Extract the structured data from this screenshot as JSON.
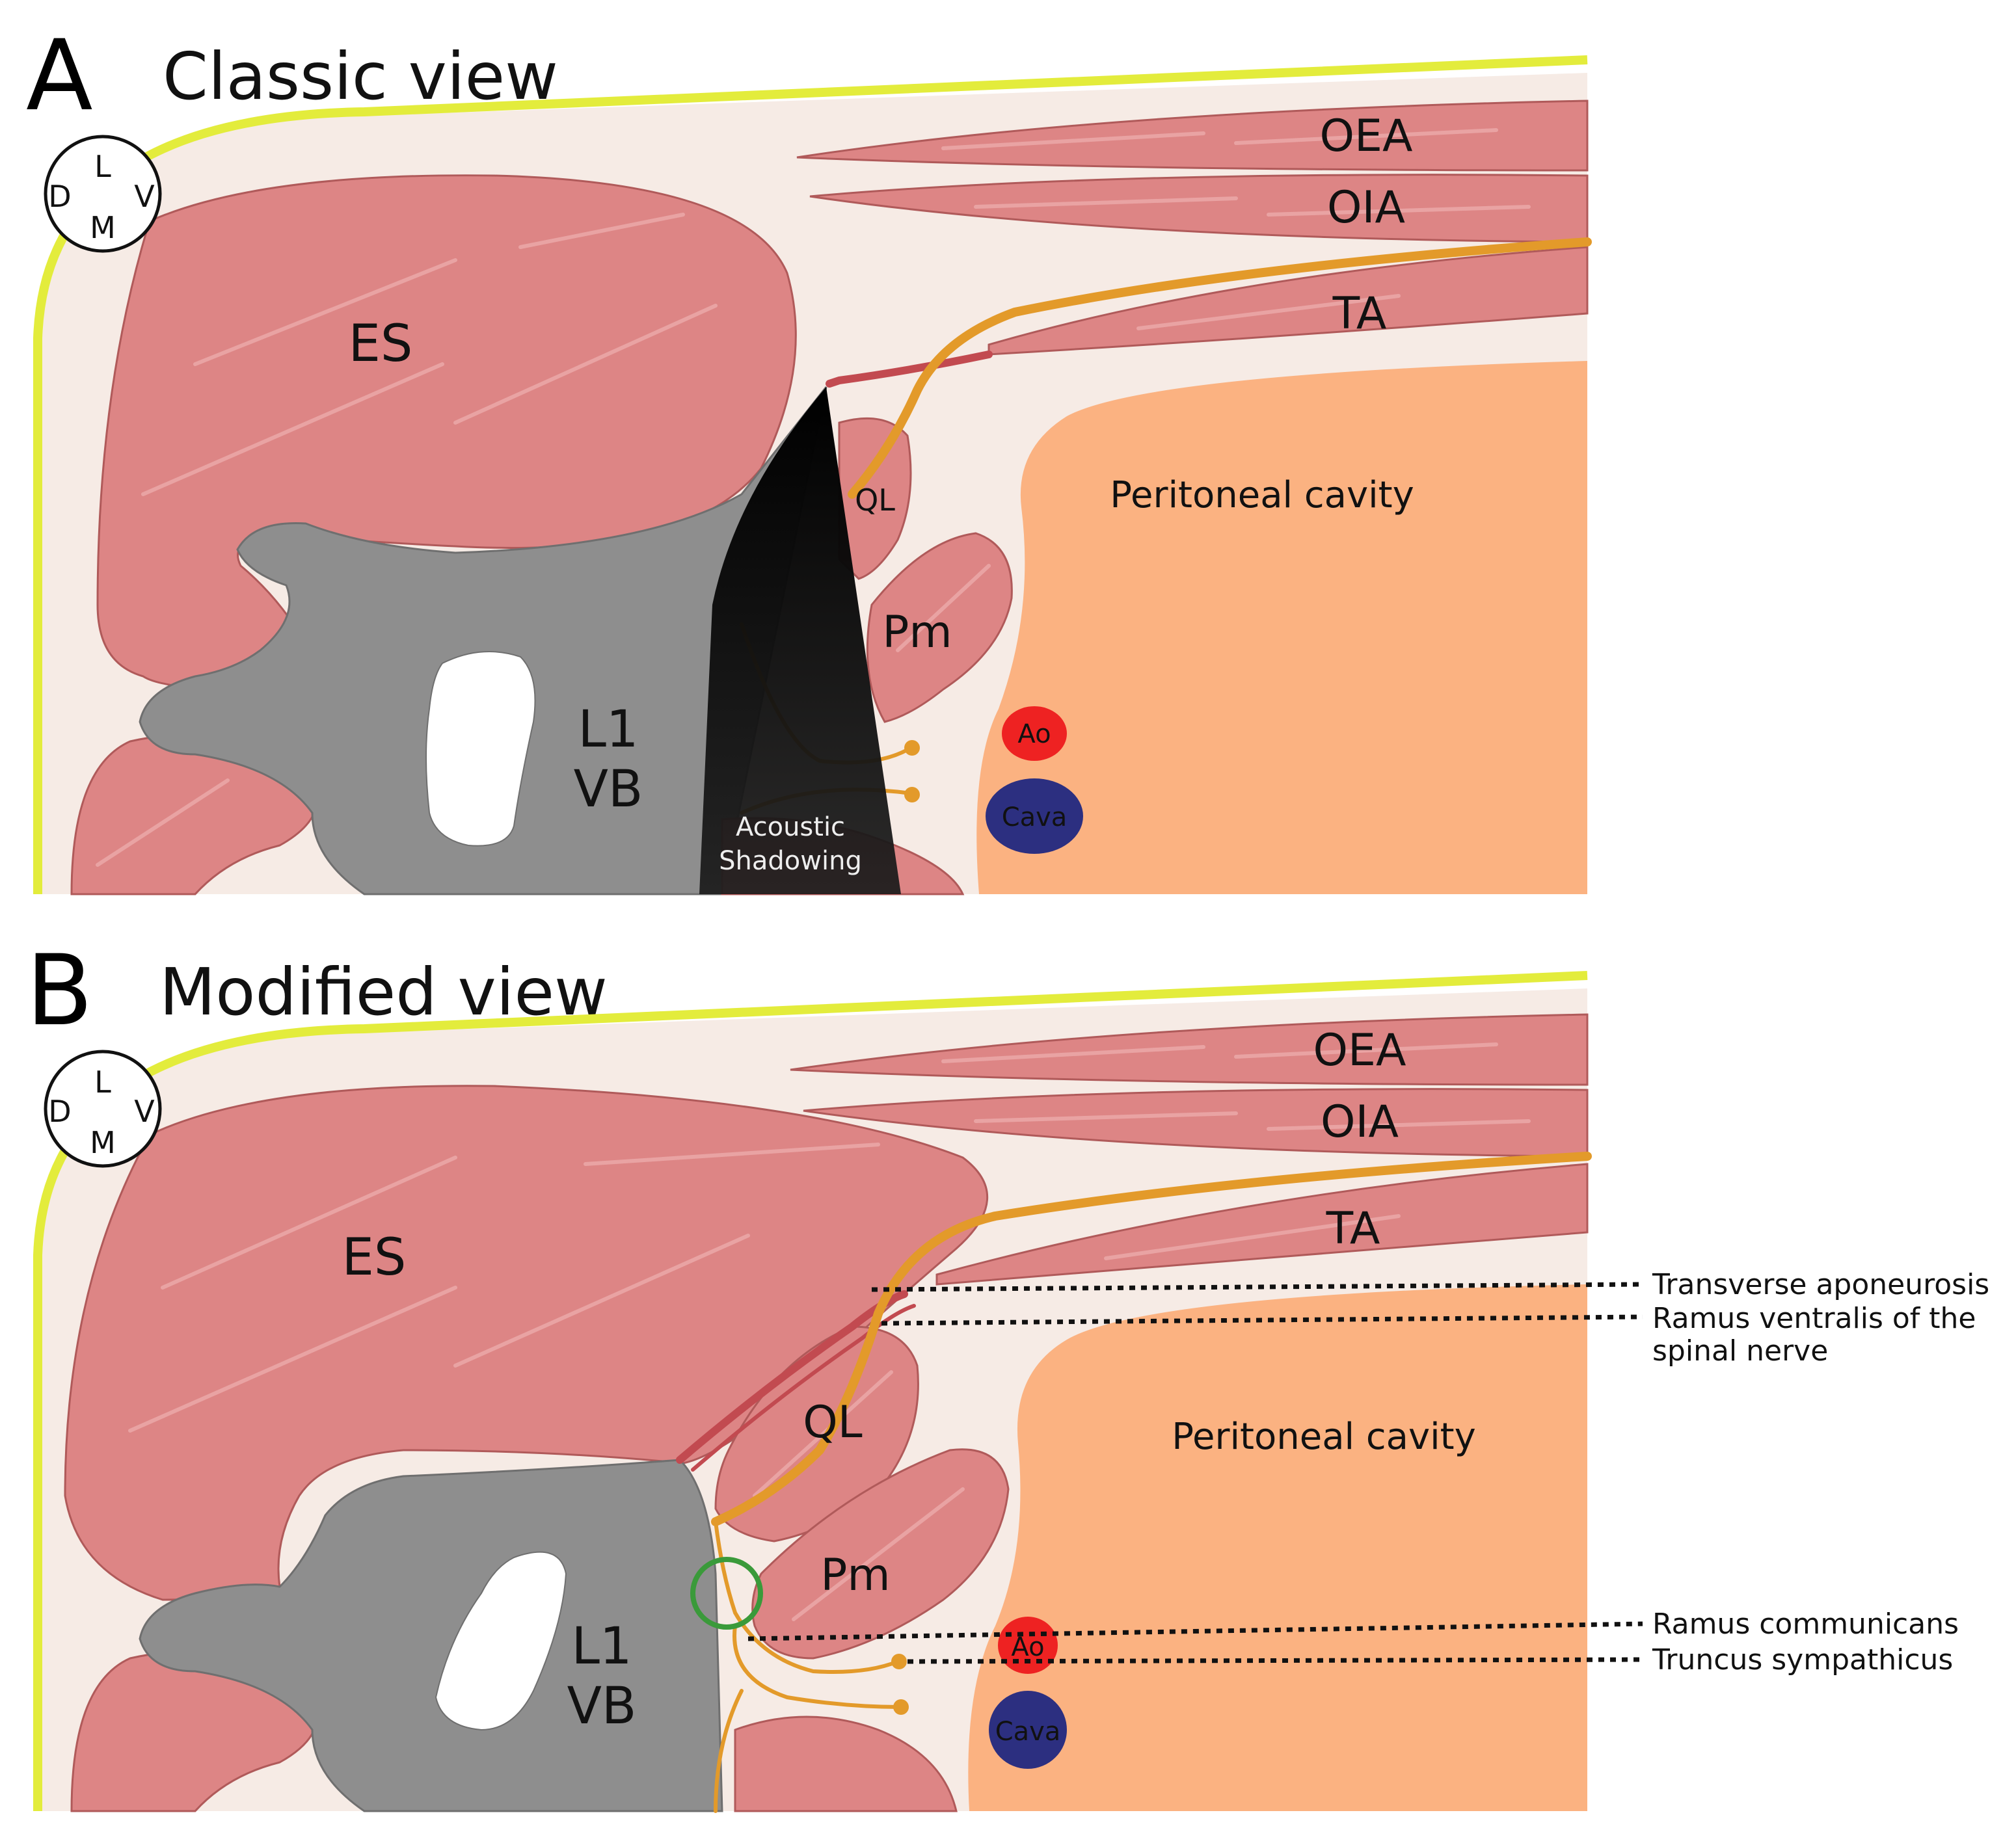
{
  "panel_a": {
    "letter": "A",
    "title": "Classic view",
    "compass": {
      "top": "L",
      "left": "D",
      "right": "V",
      "bottom": "M"
    },
    "labels": {
      "oea": "OEA",
      "oia": "OIA",
      "ta": "TA",
      "es": "ES",
      "ql": "QL",
      "pm": "Pm",
      "vb_line1": "L1",
      "vb_line2": "VB",
      "peritoneal": "Peritoneal cavity",
      "ao": "Ao",
      "cava": "Cava",
      "shadow_line1": "Acoustic",
      "shadow_line2": "Shadowing"
    }
  },
  "panel_b": {
    "letter": "B",
    "title": "Modified view",
    "compass": {
      "top": "L",
      "left": "D",
      "right": "V",
      "bottom": "M"
    },
    "labels": {
      "oea": "OEA",
      "oia": "OIA",
      "ta": "TA",
      "es": "ES",
      "ql": "QL",
      "pm": "Pm",
      "vb_line1": "L1",
      "vb_line2": "VB",
      "peritoneal": "Peritoneal cavity",
      "ao": "Ao",
      "cava": "Cava"
    },
    "annotations": {
      "transverse_aponeurosis": "Transverse aponeurosis",
      "ramus_ventralis_line1": "Ramus ventralis of the",
      "ramus_ventralis_line2": "spinal nerve",
      "ramus_communicans": "Ramus communicans",
      "truncus_sympathicus": "Truncus sympathicus"
    }
  },
  "colors": {
    "muscle": "#dd8585",
    "bone": "#8e8e8e",
    "fat": "#f6ebe5",
    "skin": "#e3ec3c",
    "peritoneal": "#fbb281",
    "nerve": "#e39a2a",
    "aorta": "#ee2222",
    "cava": "#2c2f80",
    "target_circle": "#3a9a3a"
  }
}
